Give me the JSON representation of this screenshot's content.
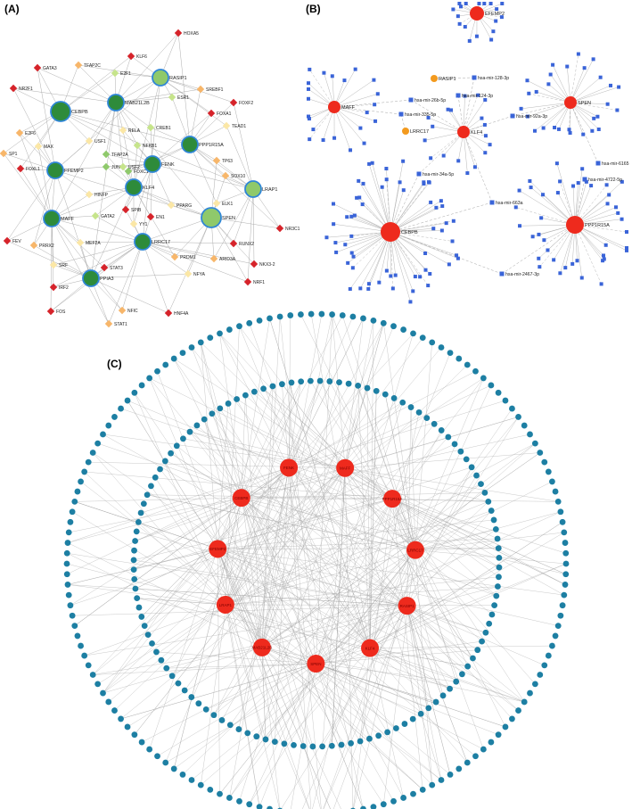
{
  "panel_labels": {
    "a": "(A)",
    "b": "(B)",
    "c": "(C)"
  },
  "colors": {
    "hub_green": "#2e8b3a",
    "hub_ring": "#2f86d6",
    "mid_green": "#8fc96b",
    "light_green": "#c6e48b",
    "pale_yellow": "#fbe7a6",
    "orange_diamond": "#f7b66a",
    "red_diamond": "#d6232a",
    "red_node": "#ee2a1d",
    "orange_node": "#f39a1e",
    "blue_node": "#3a64d8",
    "teal_node": "#1d7fa3",
    "edge": "#a5a5a5"
  },
  "panel_a": {
    "hub_genes": [
      "CEBPB",
      "MAB21L2B",
      "RASIP1",
      "PPP1R15A",
      "FFEMP2",
      "MAFF",
      "FENK",
      "KLF4",
      "SPEN",
      "LRAP1",
      "LRRC17",
      "PPIA3"
    ],
    "transcription_factors": [
      "HOXA5",
      "KLF6",
      "GATA3",
      "TFAP2C",
      "NR2F1",
      "E2F1",
      "SREBF1",
      "ESR1",
      "FOXF2",
      "FOXA1",
      "E2F6",
      "RELA",
      "CREB1",
      "TEAD1",
      "USF1",
      "MAX",
      "TFAP2A",
      "NFKB1",
      "SP1",
      "FOXL1",
      "JUN",
      "USF2",
      "FOXC1",
      "TP63",
      "SOX10",
      "ELK1",
      "NR3C1",
      "HINFP",
      "PPARG",
      "PRRX2",
      "FEV",
      "GATA2",
      "SPIB",
      "YY1",
      "EN1",
      "RUNX2",
      "MEF2A",
      "NKX3-2",
      "IRF2",
      "SRF",
      "STAT3",
      "PRDM1",
      "ARID3A",
      "NRF1",
      "NFYA",
      "NFIC",
      "STAT1",
      "HNF4A",
      "FOS"
    ]
  },
  "panel_b": {
    "genes": [
      "EFEMP2",
      "MAFF",
      "RASIP1",
      "LRRC17",
      "KLF4",
      "SPEN",
      "CEBPB",
      "PPP1R15A"
    ],
    "mirnas": [
      "hsa-mir-128-3p",
      "hsa-mir-124-3p",
      "hsa-mir-26b-5p",
      "hsa-mir-335-5p",
      "hsa-mir-92a-3p",
      "hsa-mir-34a-5p",
      "hsa-mir-6165",
      "hsa-mir-4722-5p",
      "hsa-mir-663a",
      "hsa-mir-2467-3p"
    ]
  },
  "panel_c": {
    "hub_genes": [
      "FENK",
      "MAFF",
      "PPP1R15A",
      "LRRC17",
      "RASIP1",
      "KLF4",
      "SPEN",
      "MAB21L2B",
      "LRAP1",
      "EFEMP2",
      "CEBPB"
    ]
  }
}
